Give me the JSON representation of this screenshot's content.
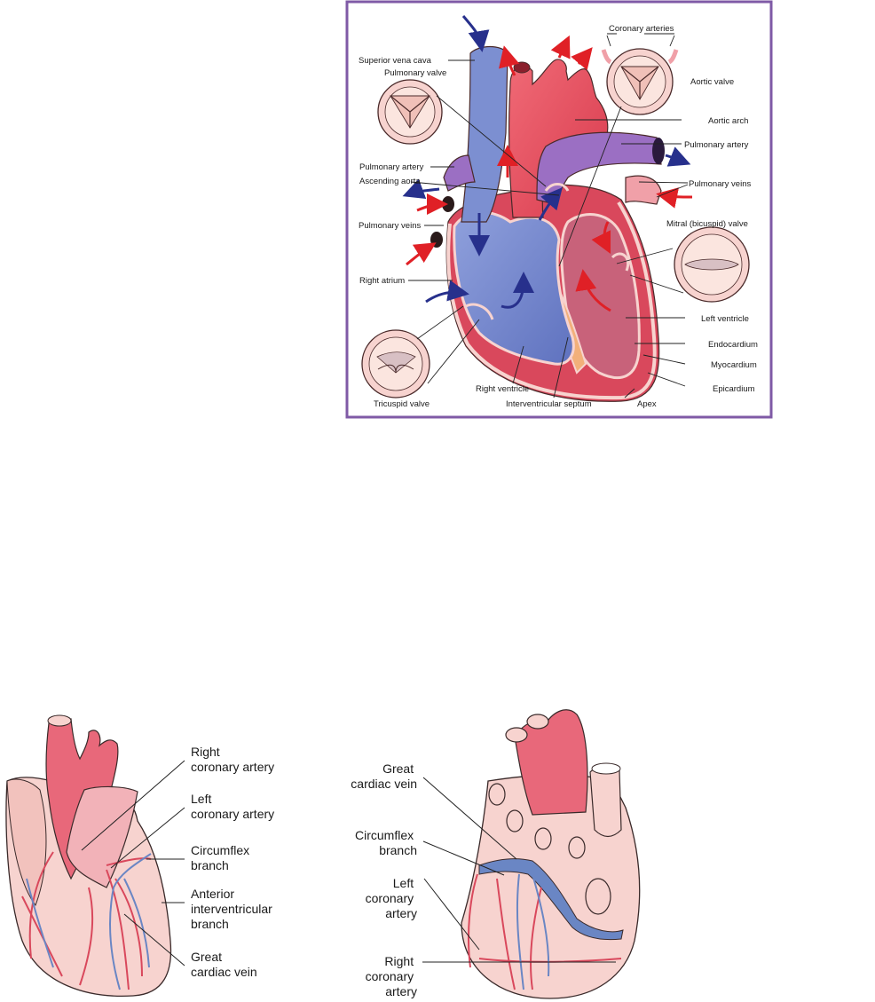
{
  "colors": {
    "frame": "#7f5aa6",
    "artery_red": "#e8505f",
    "vein_blue": "#7c8fd1",
    "deoxy_arrow": "#27308c",
    "oxy_arrow": "#e02026",
    "heart_pink": "#f7d3cf",
    "myocardium": "#d9485c",
    "pulmonary_purple": "#9b6fc3"
  },
  "top_diagram": {
    "labels": {
      "superior_vena_cava": "Superior vena cava",
      "pulmonary_valve": "Pulmonary valve",
      "coronary_arteries": "Coronary arteries",
      "aortic_valve": "Aortic valve",
      "aortic_arch": "Aortic arch",
      "pulmonary_artery_right": "Pulmonary artery",
      "pulmonary_artery_left": "Pulmonary artery",
      "ascending_aorta": "Ascending aorta",
      "pulmonary_veins_right": "Pulmonary veins",
      "pulmonary_veins_left": "Pulmonary veins",
      "mitral_valve": "Mitral (bicuspid) valve",
      "right_atrium": "Right atrium",
      "left_ventricle": "Left ventricle",
      "endocardium": "Endocardium",
      "myocardium": "Myocardium",
      "epicardium": "Epicardium",
      "apex": "Apex",
      "right_ventricle": "Right ventricle",
      "interventricular_septum": "Interventricular septum",
      "tricuspid_valve": "Tricuspid valve"
    }
  },
  "anterior_view": {
    "labels": {
      "right_coronary_l1": "Right",
      "right_coronary_l2": "coronary artery",
      "left_coronary_l1": "Left",
      "left_coronary_l2": "coronary artery",
      "circumflex_l1": "Circumflex",
      "circumflex_l2": "branch",
      "anterior_l1": "Anterior",
      "anterior_l2": "interventricular",
      "anterior_l3": "branch",
      "great_vein_l1": "Great",
      "great_vein_l2": "cardiac vein"
    }
  },
  "posterior_view": {
    "labels": {
      "great_vein_l1": "Great",
      "great_vein_l2": "cardiac vein",
      "circumflex_l1": "Circumflex",
      "circumflex_l2": "branch",
      "left_coronary_l1": "Left",
      "left_coronary_l2": "coronary",
      "left_coronary_l3": "artery",
      "right_coronary_l1": "Right",
      "right_coronary_l2": "coronary",
      "right_coronary_l3": "artery"
    }
  }
}
